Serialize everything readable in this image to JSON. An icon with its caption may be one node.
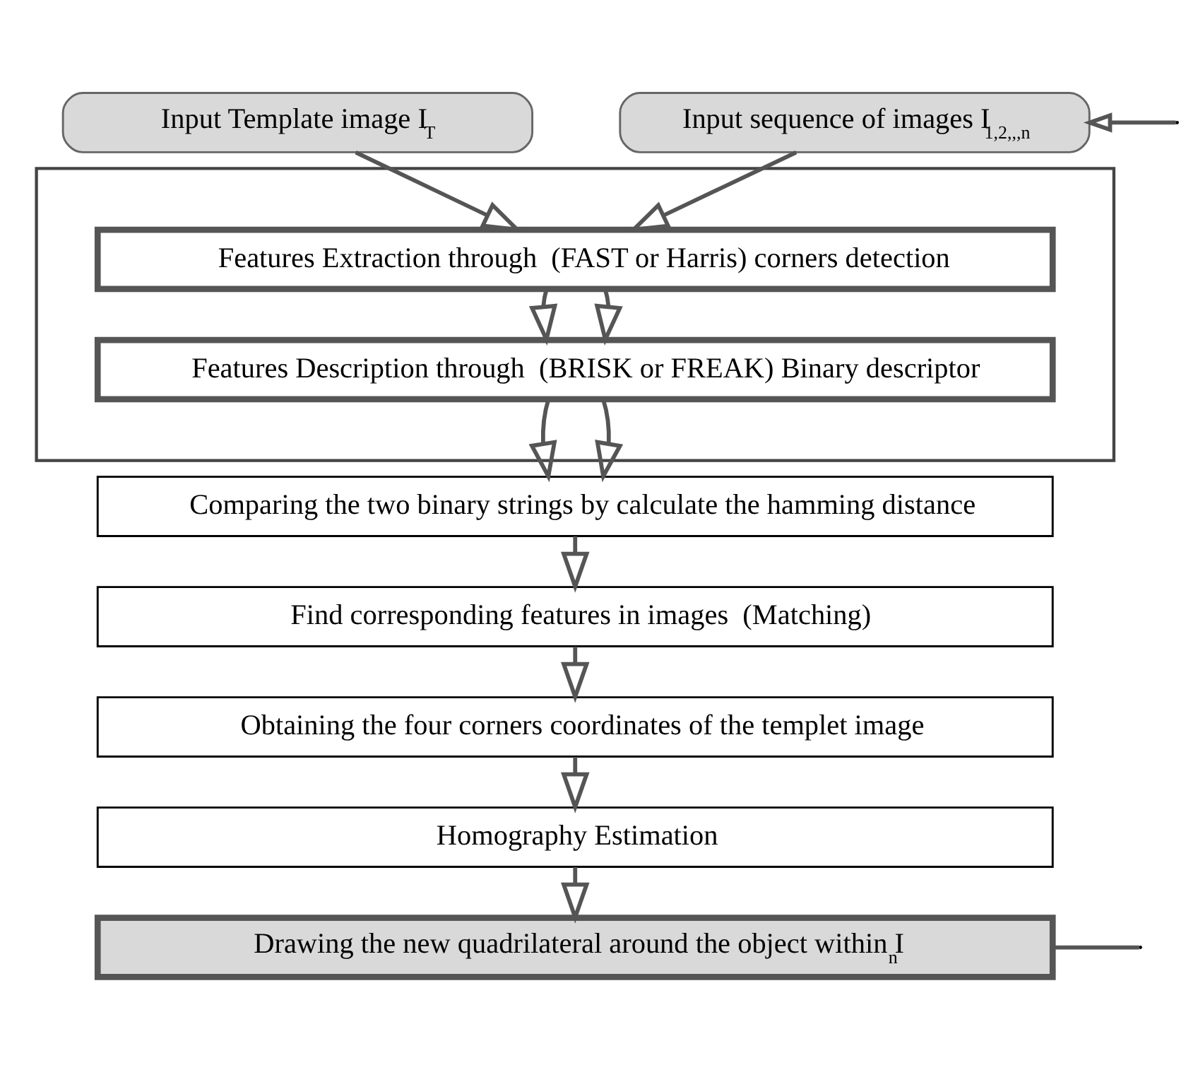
{
  "diagram": {
    "nodes": [
      {
        "text": [
          "Input Template image I$_{T}$"
        ]
      },
      {
        "text": [
          "Input sequence of images I$_{1,2,,,n}$"
        ]
      },
      {
        "text": [],
        "shape": "box"
      },
      {
        "text": [
          "Features Extraction through  (FAST or Harris) corners detection"
        ],
        "in": 2
      },
      {
        "text": [
          "Features Description through  (BRISK or FREAK) Binary descriptor"
        ],
        "in": 2
      },
      {
        "text": [
          "Comparing the two binary strings by calculate the hamming distance"
        ]
      },
      {
        "text": [
          "Find corresponding features in images  (Matching)"
        ]
      },
      {
        "text": [
          "Obtaining the four corners coordinates of the templet image"
        ]
      },
      {
        "text": [
          "Homography Estimation"
        ]
      },
      {
        "text": [
          "Drawing the new quadrilateral around the object within I$_{n}$"
        ]
      }
    ],
    "edges": [
      {
        "from": 0,
        "to": 3,
        "arrow": "to"
      },
      {
        "from": 1,
        "to": 3,
        "arrow": "to"
      },
      {
        "from": 3,
        "to": 4,
        "arrow": "to"
      },
      {
        "from": 3,
        "to": 4,
        "arrow": "to"
      },
      {
        "from": 4,
        "to": 5,
        "arrow": "to"
      },
      {
        "from": 4,
        "to": 5,
        "arrow": "to"
      },
      {
        "from": 5,
        "to": 6,
        "arrow": "to"
      },
      {
        "from": 6,
        "to": 7,
        "arrow": "to"
      },
      {
        "from": 7,
        "to": 8,
        "arrow": "to"
      },
      {
        "from": 8,
        "to": 9,
        "arrow": "to"
      },
      {
        "from": null,
        "to": 1,
        "arrow": "to"
      },
      {
        "from": 9,
        "to": null,
        "arrow": "none"
      }
    ]
  }
}
